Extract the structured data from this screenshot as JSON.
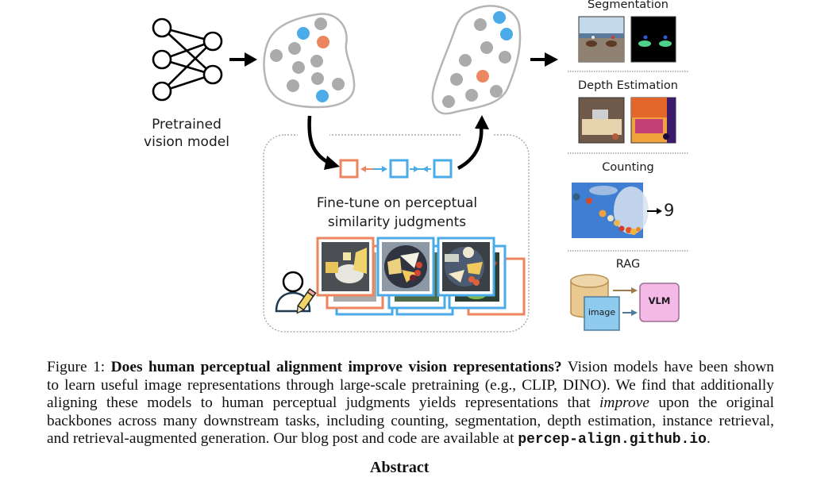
{
  "figure": {
    "pretrained_label_line1": "Pretrained",
    "pretrained_label_line2": "vision model",
    "finetune_label_line1": "Fine-tune on perceptual",
    "finetune_label_line2": "similarity judgments",
    "tasks": {
      "segmentation": "Segmentation",
      "depth": "Depth Estimation",
      "counting": "Counting",
      "counting_result": "9",
      "rag": "RAG",
      "rag_image_label": "image",
      "rag_vlm_label": "VLM"
    },
    "colors": {
      "orange": "#ec8660",
      "blue": "#4aabe8",
      "gray_point": "#ababab",
      "blob_outline": "#b5b5b5",
      "db_fill": "#e9c98f",
      "db_stroke": "#b88f4e",
      "image_box_fill": "#8ec9ee",
      "vlm_fill": "#f4b9e6",
      "vlm_stroke": "#9c6d93"
    }
  },
  "caption": {
    "prefix": "Figure 1: ",
    "bold_title": "Does human perceptual alignment improve vision representations?",
    "line1_rest": " Vision models have been shown",
    "line2": "to learn useful image representations through large-scale pretraining (e.g., CLIP, DINO). We find that additionally",
    "line3_a": "aligning these models to human perceptual judgments yields representations that ",
    "line3_italic": "improve",
    "line3_b": " upon the original",
    "line4": "backbones across many downstream tasks, including counting, segmentation, depth estimation, instance retrieval,",
    "line5_a": "and retrieval-augmented generation. Our blog post and code are available at ",
    "line5_code": "percep-align.github.io",
    "line5_end": "."
  },
  "next_section_partial": "Abstract"
}
